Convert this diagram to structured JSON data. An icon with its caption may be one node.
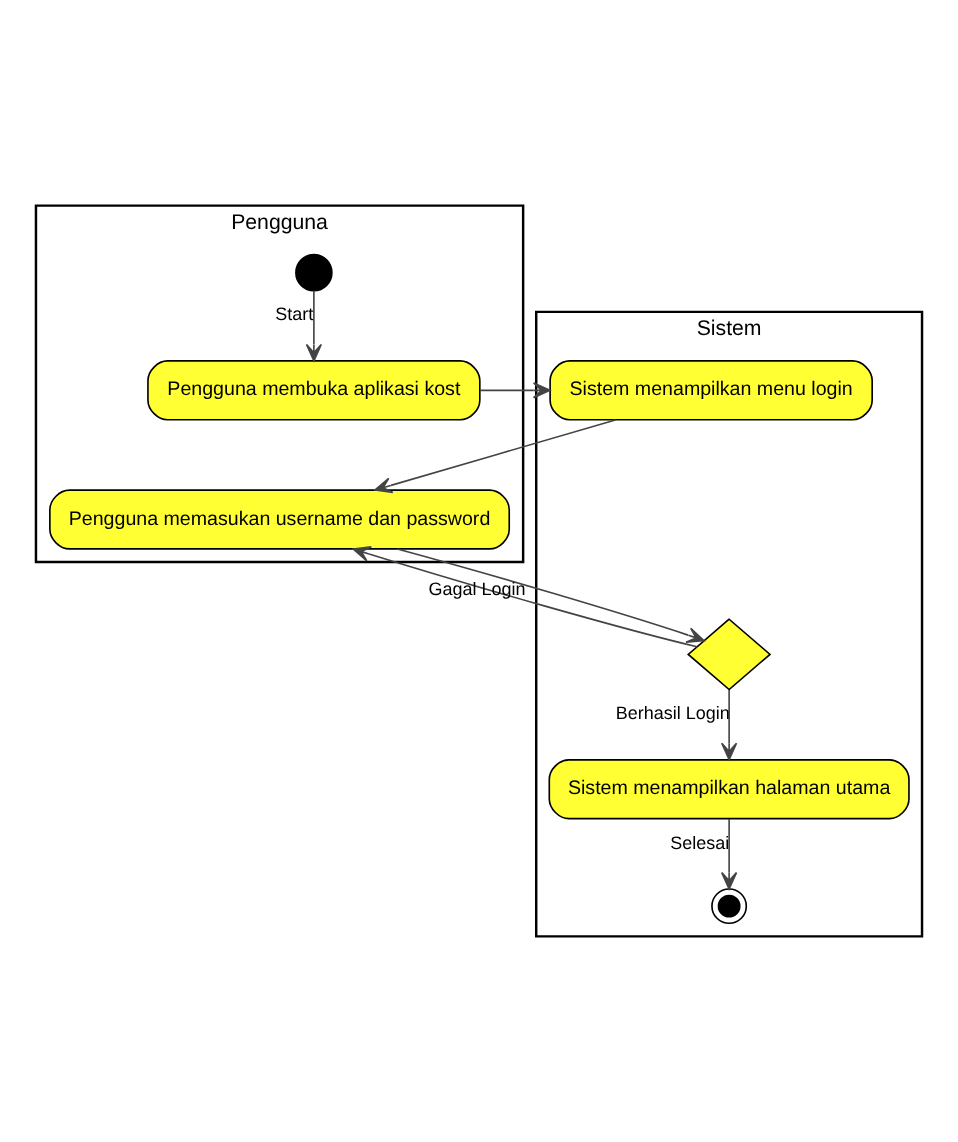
{
  "diagram": {
    "nodes": [
      {
        "text": [
          "Pengguna"
        ]
      },
      {
        "text": [
          "Sistem"
        ]
      },
      {
        "text": [],
        "shape": "circle",
        "in": 0
      },
      {
        "text": [
          "Pengguna membuka aplikasi kost"
        ],
        "in": 0
      },
      {
        "text": [
          "Pengguna memasukan username dan password"
        ],
        "in": 0
      },
      {
        "text": [
          "Sistem menampilkan menu login"
        ],
        "in": 1
      },
      {
        "text": [],
        "shape": "diamond",
        "in": 1
      },
      {
        "text": [
          "Sistem menampilkan halaman utama"
        ],
        "in": 1
      },
      {
        "text": [],
        "shape": "circle",
        "in": 1
      }
    ],
    "edges": [
      {
        "from": 2,
        "to": 3,
        "arrow": "to",
        "label": "Start"
      },
      {
        "from": 3,
        "to": 5,
        "arrow": "to"
      },
      {
        "from": 5,
        "to": 4,
        "arrow": "to"
      },
      {
        "from": 4,
        "to": 6,
        "arrow": "to"
      },
      {
        "from": 6,
        "to": 4,
        "arrow": "to",
        "label": "Gagal Login"
      },
      {
        "from": 6,
        "to": 7,
        "arrow": "to",
        "label": "Berhasil Login"
      },
      {
        "from": 7,
        "to": 8,
        "arrow": "to",
        "label": "Selesai"
      }
    ]
  }
}
